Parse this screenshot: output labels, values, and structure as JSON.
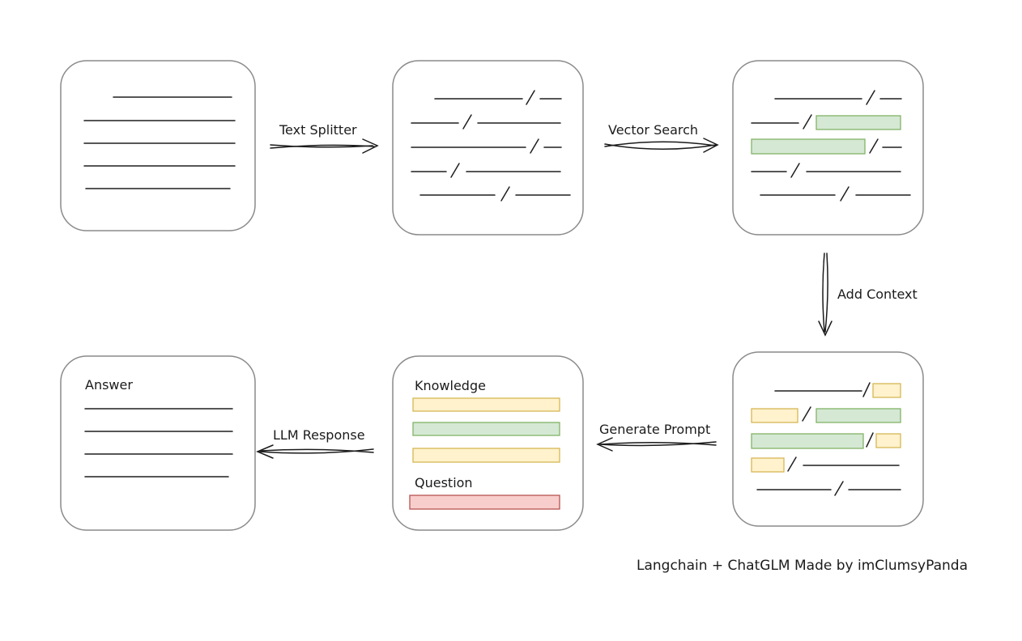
{
  "labels": {
    "text_splitter": "Text Splitter",
    "vector_search": "Vector Search",
    "add_context": "Add Context",
    "generate_prompt": "Generate Prompt",
    "llm_response": "LLM Response",
    "knowledge": "Knowledge",
    "question": "Question",
    "answer": "Answer"
  },
  "caption": "Langchain + ChatGLM Made by imClumsyPanda",
  "colors": {
    "box_border": "#8a8a8a",
    "line": "#1e1e1e",
    "green_fill": "#d5e8d4",
    "green_stroke": "#82b366",
    "yellow_fill": "#fff2cc",
    "yellow_stroke": "#d6b656",
    "red_fill": "#f8cecc",
    "red_stroke": "#b85450"
  }
}
